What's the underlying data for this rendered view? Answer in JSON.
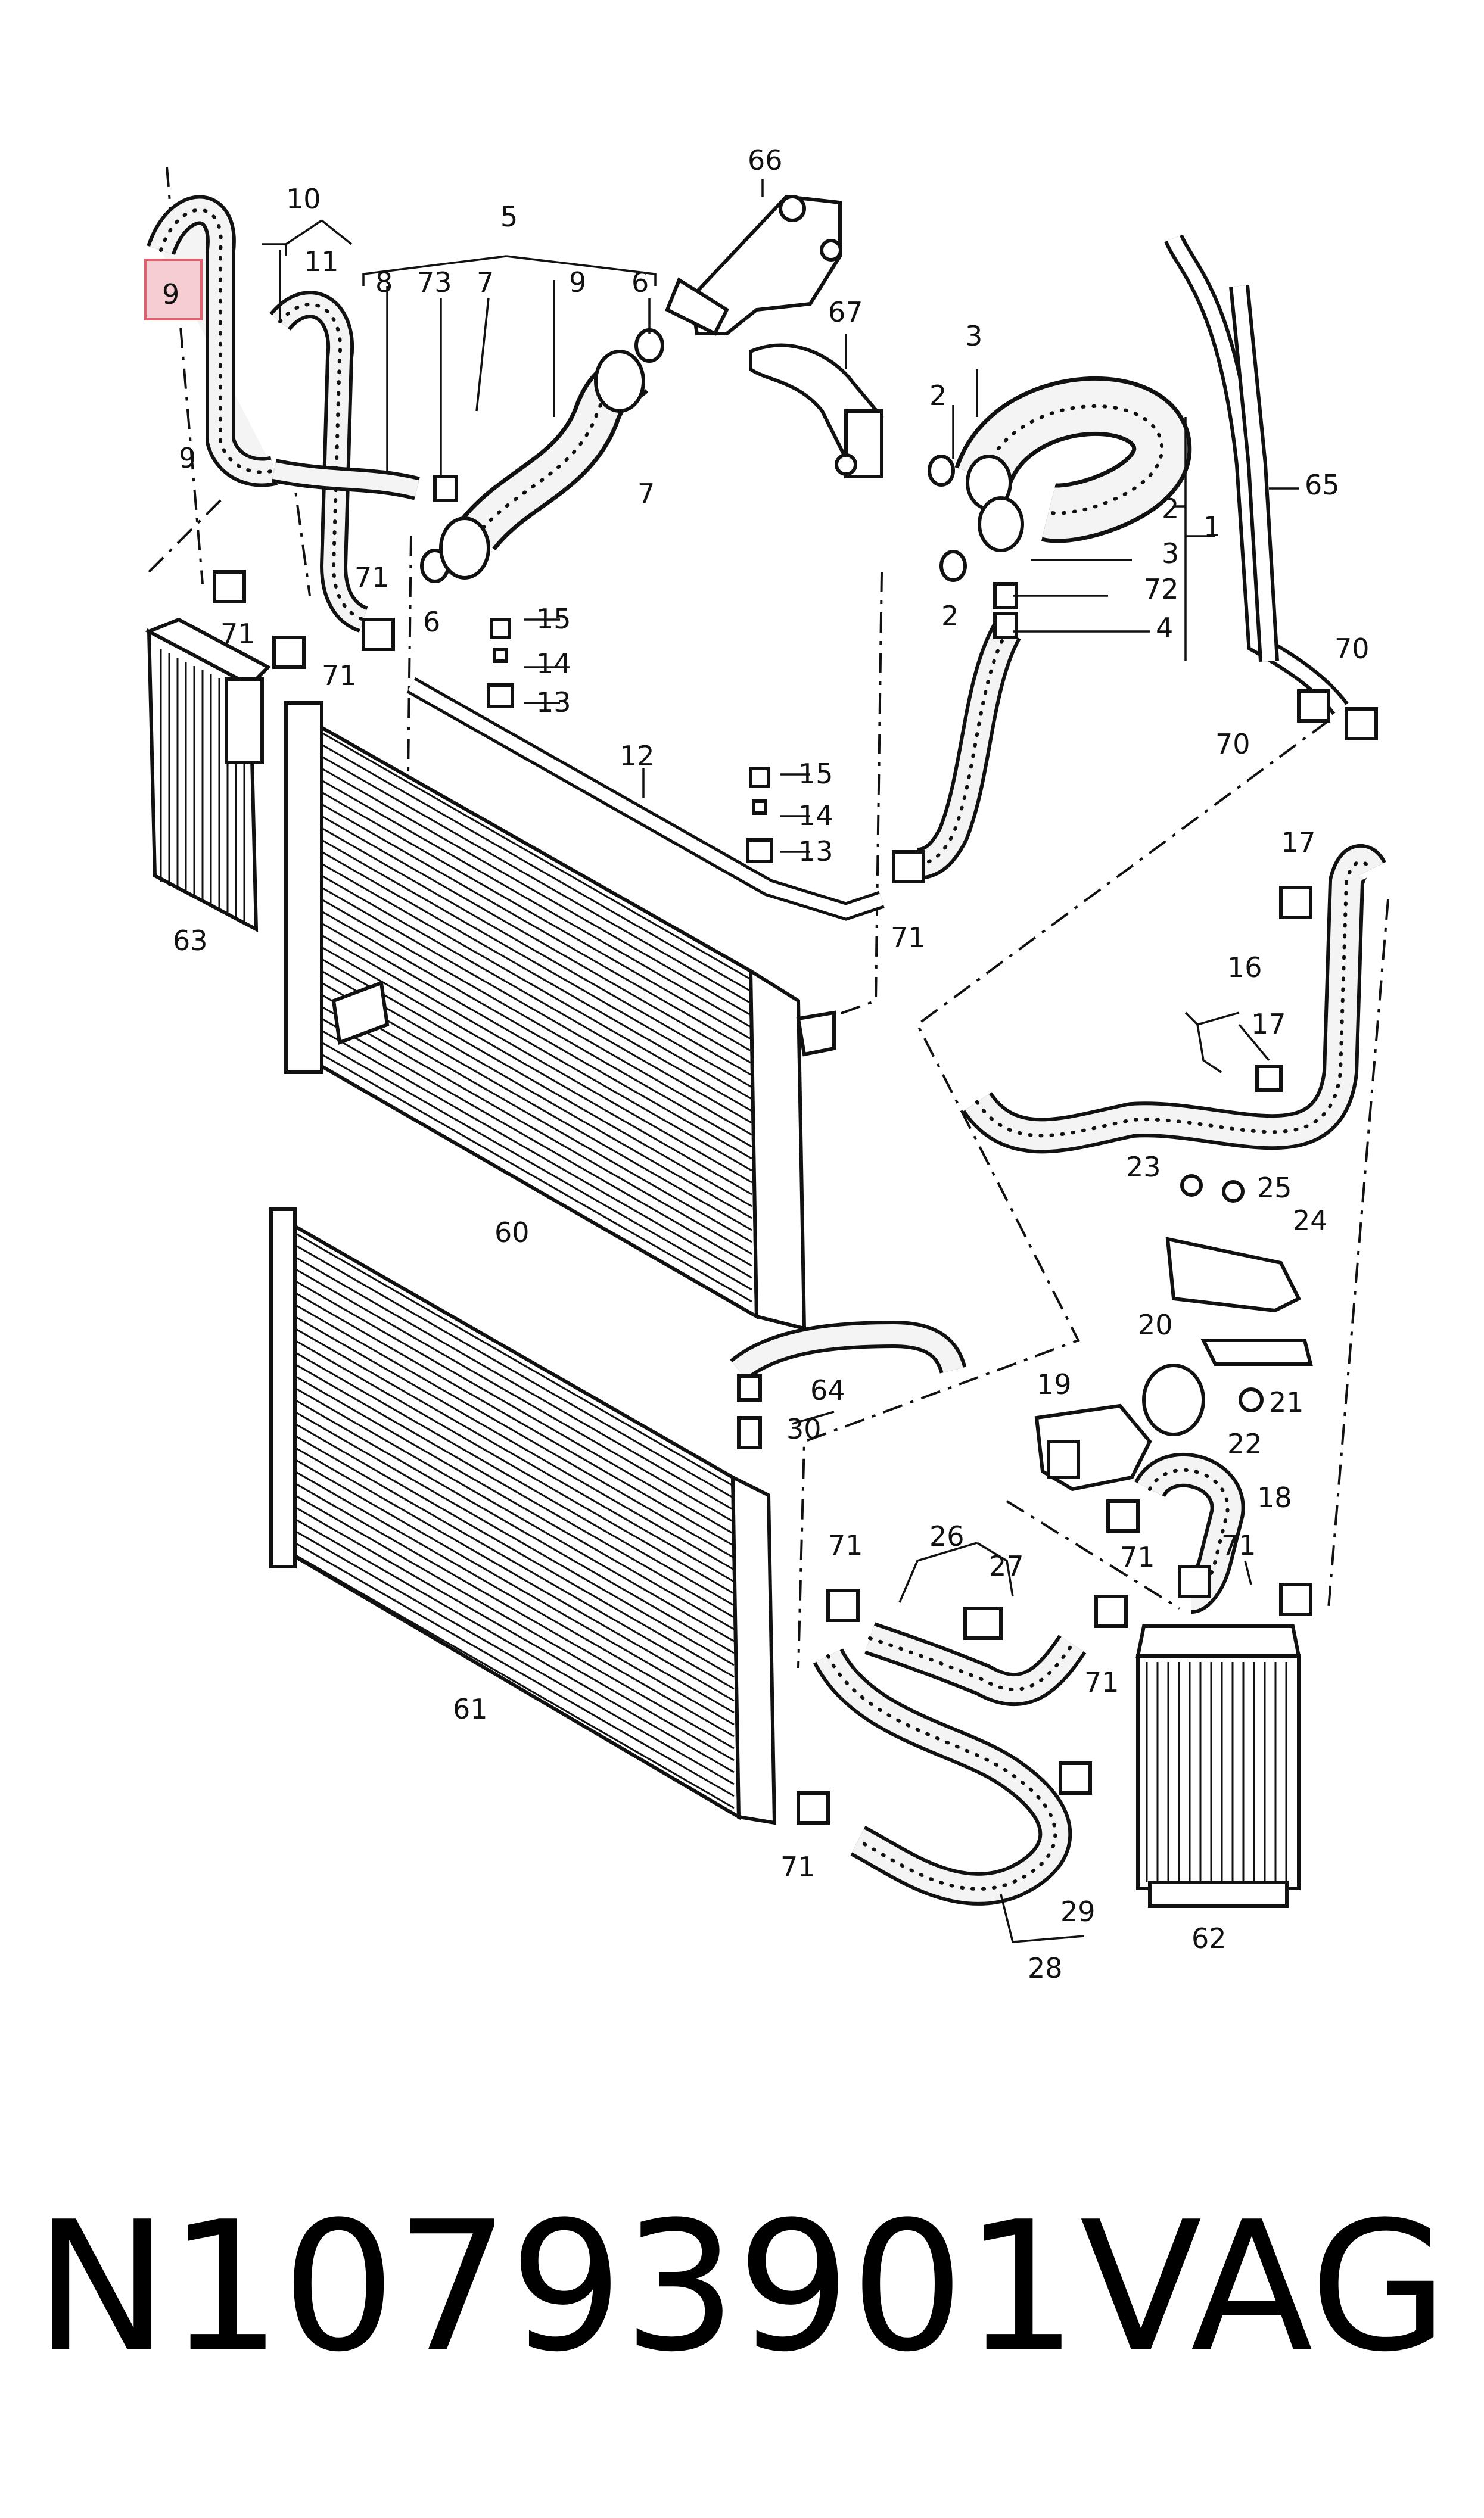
{
  "highlight": {
    "label": "9",
    "color": "#e06070"
  },
  "labels": {
    "l66": "66",
    "l10": "10",
    "l5": "5",
    "l11": "11",
    "l8": "8",
    "l73": "73",
    "l7a": "7",
    "l9a": "9",
    "l6a": "6",
    "l67": "67",
    "l3a": "3",
    "l2a": "2",
    "l9b": "9",
    "l7b": "7",
    "l2b": "2",
    "l1": "1",
    "l3b": "3",
    "l71a": "71",
    "l6b": "6",
    "l2c": "2",
    "l72": "72",
    "l4": "4",
    "l65": "65",
    "l15a": "15",
    "l71b": "71",
    "l71c": "71",
    "l14a": "14",
    "l13a": "13",
    "l70a": "70",
    "l70b": "70",
    "l12": "12",
    "l15b": "15",
    "l14b": "14",
    "l13b": "13",
    "l17a": "17",
    "l63": "63",
    "l71d": "71",
    "l16": "16",
    "l17b": "17",
    "l60": "60",
    "l23": "23",
    "l25": "25",
    "l24": "24",
    "l20": "20",
    "l64": "64",
    "l19": "19",
    "l21": "21",
    "l22": "22",
    "l30": "30",
    "l18": "18",
    "l26": "26",
    "l71e": "71",
    "l71f": "71",
    "l71g": "71",
    "l27": "27",
    "l71h": "71",
    "l61": "61",
    "l29": "29",
    "l71i": "71",
    "l62": "62",
    "l28": "28"
  },
  "footer": {
    "part_number": "N10793901",
    "brand": "VAG"
  }
}
